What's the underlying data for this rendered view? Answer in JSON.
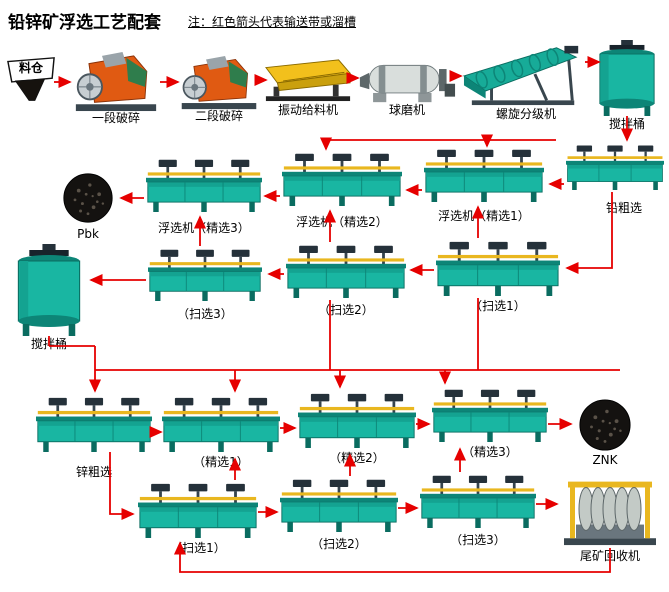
{
  "title": "铅锌矿浮选工艺配套",
  "note": "注：红色箭头代表输送带或溜槽",
  "colors": {
    "arrow_red": "#e60000",
    "machine_teal": "#19b6a2",
    "feeder_yellow": "#f2c01c",
    "crusher_orange": "#e05a12"
  },
  "nodes": {
    "hopper": {
      "label": "料仓"
    },
    "crusher1": {
      "label": "一段破碎"
    },
    "crusher2": {
      "label": "二段破碎"
    },
    "feeder": {
      "label": "振动给料机"
    },
    "ball_mill": {
      "label": "球磨机"
    },
    "classifier": {
      "label": "螺旋分级机"
    },
    "mixer1": {
      "label": "搅拌桶"
    },
    "pb_rough": {
      "label": "铅粗选"
    },
    "pb_clean1": {
      "label": "浮选机（精选1）"
    },
    "pb_clean2": {
      "label": "浮选机（精选2）"
    },
    "pb_clean3": {
      "label": "浮选机（精选3）"
    },
    "pb_conc": {
      "label": "Pbk"
    },
    "mixer2": {
      "label": "搅拌桶"
    },
    "pb_scav3": {
      "label": "（扫选3）"
    },
    "pb_scav2": {
      "label": "（扫选2）"
    },
    "pb_scav1": {
      "label": "（扫选1）"
    },
    "zn_rough": {
      "label": "锌粗选"
    },
    "zn_clean1": {
      "label": "（精选1）"
    },
    "zn_clean2": {
      "label": "（精选2）"
    },
    "zn_clean3": {
      "label": "（精选3）"
    },
    "zn_conc": {
      "label": "ZNK"
    },
    "zn_scav1": {
      "label": "（扫选1）"
    },
    "zn_scav2": {
      "label": "（扫选2）"
    },
    "zn_scav3": {
      "label": "（扫选3）"
    },
    "tailings": {
      "label": "尾矿回收机"
    }
  }
}
